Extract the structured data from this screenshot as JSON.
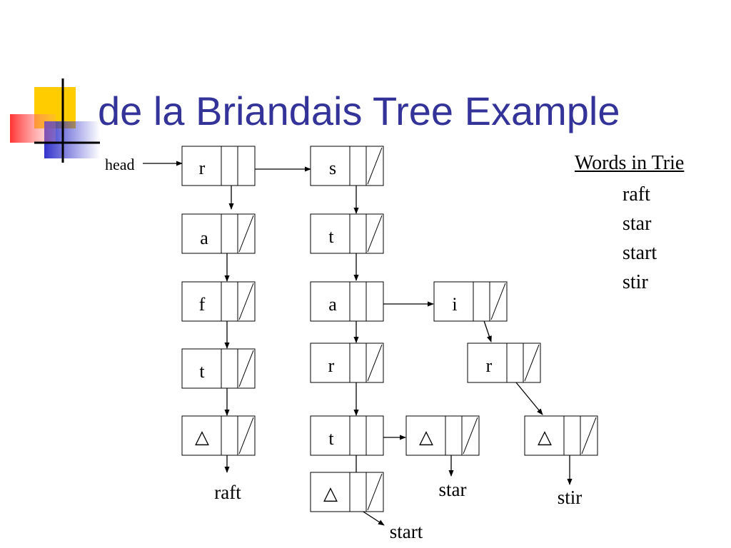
{
  "title": "de la Briandais Tree Example",
  "colors": {
    "title": "#333399",
    "logo_yellow": "#ffcc00",
    "logo_blue": "#3333cc",
    "logo_red": "#ff3333"
  },
  "head_label": "head",
  "end_marker": "△",
  "nodes": [
    {
      "id": "r1",
      "char": "r"
    },
    {
      "id": "a1",
      "char": "a"
    },
    {
      "id": "f1",
      "char": "f"
    },
    {
      "id": "t1",
      "char": "t"
    },
    {
      "id": "e1",
      "char": "△"
    },
    {
      "id": "s1",
      "char": "s"
    },
    {
      "id": "t2",
      "char": "t"
    },
    {
      "id": "a2",
      "char": "a"
    },
    {
      "id": "r2",
      "char": "r"
    },
    {
      "id": "t3",
      "char": "t"
    },
    {
      "id": "e2",
      "char": "△"
    },
    {
      "id": "e3",
      "char": "△"
    },
    {
      "id": "i1",
      "char": "i"
    },
    {
      "id": "r3",
      "char": "r"
    },
    {
      "id": "e4",
      "char": "△"
    }
  ],
  "leaf_labels": {
    "raft": "raft",
    "star": "star",
    "start": "start",
    "stir": "stir"
  },
  "words_panel": {
    "heading": "Words in Trie",
    "words": [
      "raft",
      "star",
      "start",
      "stir"
    ]
  }
}
